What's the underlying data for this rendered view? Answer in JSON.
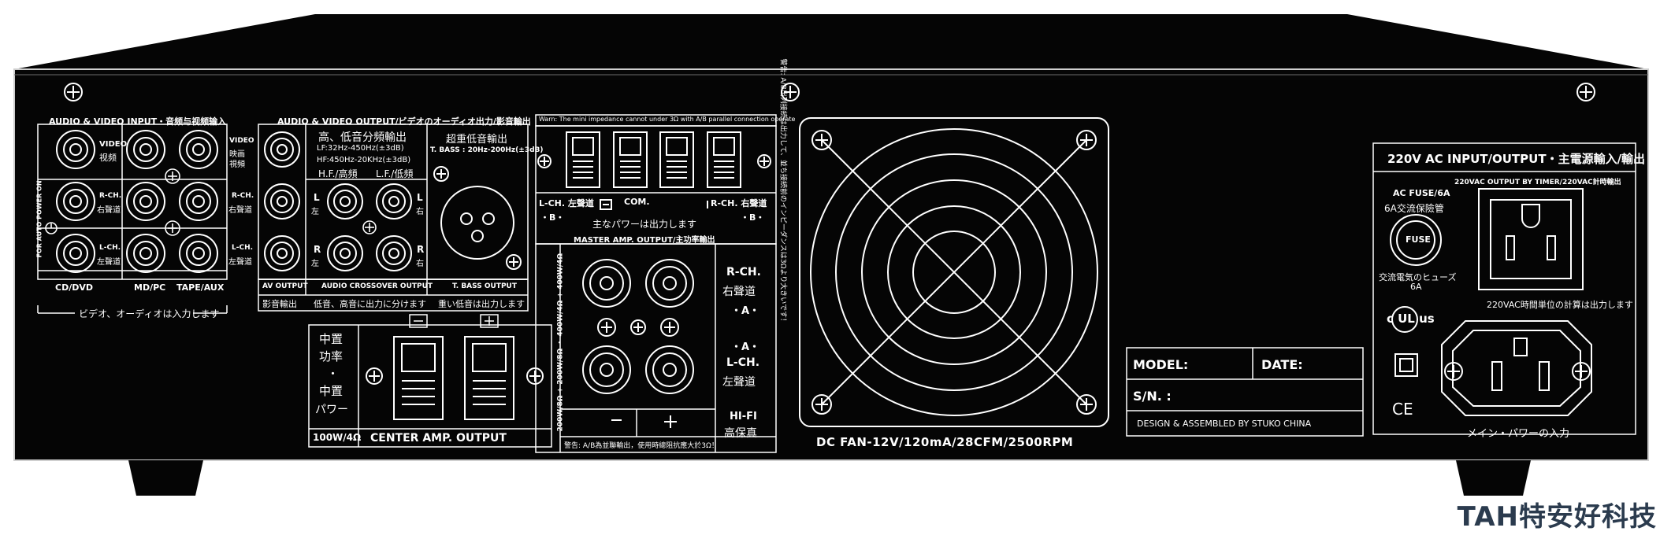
{
  "colors": {
    "chassis": "#050505",
    "print": "#ffffff",
    "background": "#ffffff",
    "watermark": "#2b3b4e"
  },
  "av_input": {
    "title": "AUDIO & VIDEO INPUT・音频与视频输入",
    "video_label": "VIDEO",
    "video_cn": "视频",
    "rch_label": "R-CH.",
    "rch_cn": "右聲道",
    "lch_label": "L-CH.",
    "lch_cn": "左聲道",
    "side_label": "FOR AUTO POWER ON",
    "cd_dvd": "CD/DVD",
    "md_pc": "MD/PC",
    "tape_aux": "TAPE/AUX",
    "note": "ビデオ、オーディオは入力します"
  },
  "av_output": {
    "title": "AUDIO & VIDEO OUTPUT/ビデオのオーディオ出力/影音輸出",
    "video_label": "VIDEO",
    "video_jp": "映画",
    "video_cn": "視頻",
    "rch_label": "R-CH.",
    "rch_cn": "右聲道",
    "lch_label": "L-CH.",
    "lch_cn": "左聲道",
    "xover_title": "高、低音分頻輸出",
    "lf_range": "LF:32Hz-450Hz(±3dB)",
    "hf_range": "HF:450Hz-20KHz(±3dB)",
    "hf_label": "H.F./高頻",
    "lf_label": "L.F./低頻",
    "l_mark": "L",
    "r_mark": "R",
    "left_cn": "左",
    "right_cn": "右",
    "bass_title": "超重低音輸出",
    "bass_range": "T. BASS : 20Hz-200Hz(±3dB)",
    "av_output_label": "AV OUTPUT",
    "xover_output_label": "AUDIO CROSSOVER OUTPUT",
    "bass_output_label": "T. BASS OUTPUT",
    "av_note": "影音輸出",
    "xover_note": "低音、高音に出力に分けます",
    "bass_note": "重い低音は出力します"
  },
  "speaker": {
    "warning": "Warn: The mini impedance cannot under 3Ω  with A/B parallel connection operate",
    "lch": "L-CH. 左聲道",
    "com": "COM.",
    "rch": "R-CH. 右聲道",
    "b_mark": "・B・",
    "main_power_note": "主なパワーは出力します",
    "master_title": "MASTER AMP. OUTPUT/主功率輸出",
    "vertical_rating": "200W/8Ω  +  200W/8Ω  ・  400W/4Ω  +  400W/4Ω",
    "vertical_warning": "警告: A/B出列接続は出力して、並ち接続前のインピーダンスは3Ωより大きいです！",
    "r_ch": "R-CH.",
    "r_cn": "右聲道",
    "a_mark": "・A・",
    "l_ch": "L-CH.",
    "l_cn": "左聲道",
    "hifi": "HI-FI",
    "hifi_cn": "高保真",
    "bottom_note": "警告: A/B為並聯輸出，使用時總阻抗應大於3Ω！"
  },
  "center": {
    "cn1": "中置",
    "cn2": "功率",
    "dot": "・",
    "jp1": "中置",
    "jp2": "パワー",
    "rating": "100W/4Ω",
    "label": "CENTER AMP.  OUTPUT"
  },
  "fan": {
    "label": "DC FAN-12V/120mA/28CFM/2500RPM"
  },
  "plate": {
    "model": "MODEL:",
    "date": "DATE:",
    "sn": "S/N.  :",
    "designed": "DESIGN & ASSEMBLED BY STUKO CHINA"
  },
  "power": {
    "title": "220V AC INPUT/OUTPUT・主電源輸入/輸出",
    "fuse_title": "AC FUSE/6A",
    "fuse_cn": "6A交流保險管",
    "fuse_label": "FUSE",
    "fuse_jp": "交流電気のヒューズ",
    "fuse_rating": "6A",
    "timer_label": "220VAC OUTPUT BY TIMER/220VAC計時輸出",
    "timer_jp": "220VAC時間単位の計算は出力します",
    "ul_mark": "c UL us",
    "ce_mark": "CE",
    "main_input": "メイン・パワーの入力"
  },
  "watermark": "TAH特安好科技"
}
